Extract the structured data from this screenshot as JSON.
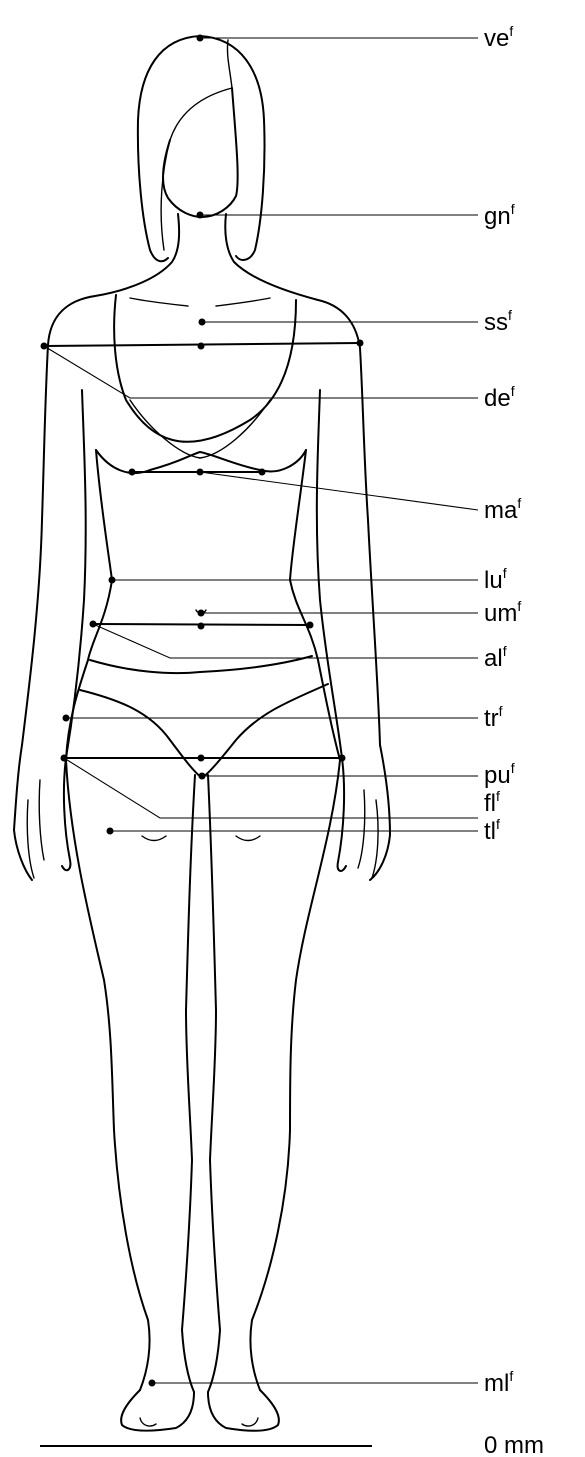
{
  "landmarks": [
    {
      "id": "ve",
      "base": "ve",
      "sup": "f"
    },
    {
      "id": "gn",
      "base": "gn",
      "sup": "f"
    },
    {
      "id": "ss",
      "base": "ss",
      "sup": "f"
    },
    {
      "id": "de",
      "base": "de",
      "sup": "f"
    },
    {
      "id": "ma",
      "base": "ma",
      "sup": "f"
    },
    {
      "id": "lu",
      "base": "lu",
      "sup": "f"
    },
    {
      "id": "um",
      "base": "um",
      "sup": "f"
    },
    {
      "id": "al",
      "base": "al",
      "sup": "f"
    },
    {
      "id": "tr",
      "base": "tr",
      "sup": "f"
    },
    {
      "id": "pu",
      "base": "pu",
      "sup": "f"
    },
    {
      "id": "fl",
      "base": "fl",
      "sup": "f"
    },
    {
      "id": "tl",
      "base": "tl",
      "sup": "f"
    },
    {
      "id": "ml",
      "base": "ml",
      "sup": "f"
    }
  ],
  "floor": {
    "label": "0 mm"
  }
}
